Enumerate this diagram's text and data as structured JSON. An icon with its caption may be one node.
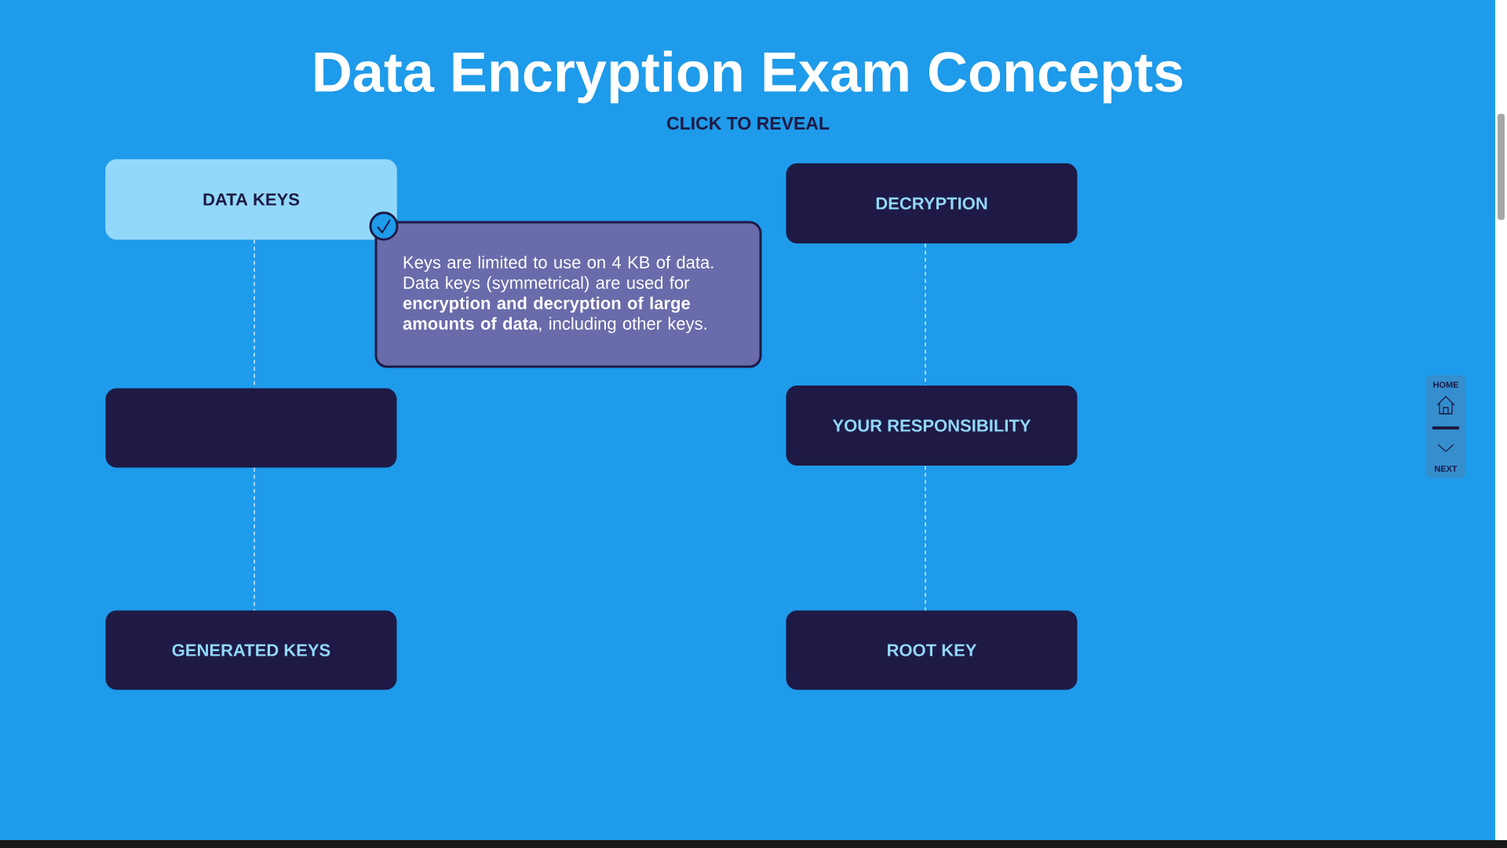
{
  "diagram": {
    "title": "Data Encryption Exam Concepts",
    "nodes": [
      {
        "text": [
          "DATA KEYS"
        ]
      },
      {
        "text": [
          "DECRYPTION"
        ]
      },
      {
        "text": [
          "Keys are limited to use on 4 KB of data. Data keys (symmetrical) are used for **encryption and decryption of large amounts of data**, including other keys."
        ]
      },
      {
        "text": [],
        "shape": "box"
      },
      {
        "text": [
          "YOUR RESPONSIBILITY"
        ]
      },
      {
        "text": [
          "GENERATED KEYS"
        ]
      },
      {
        "text": [
          "ROOT KEY"
        ]
      }
    ],
    "edges": [
      {
        "from": 0,
        "to": 3,
        "arrow": "none",
        "style": "dashed"
      },
      {
        "from": 3,
        "to": 5,
        "arrow": "none",
        "style": "dashed"
      },
      {
        "from": 1,
        "to": 4,
        "arrow": "none",
        "style": "dashed"
      },
      {
        "from": 4,
        "to": 6,
        "arrow": "none",
        "style": "dashed"
      }
    ],
    "labels": [
      "CLICK TO REVEAL",
      "HOME",
      "NEXT"
    ]
  }
}
